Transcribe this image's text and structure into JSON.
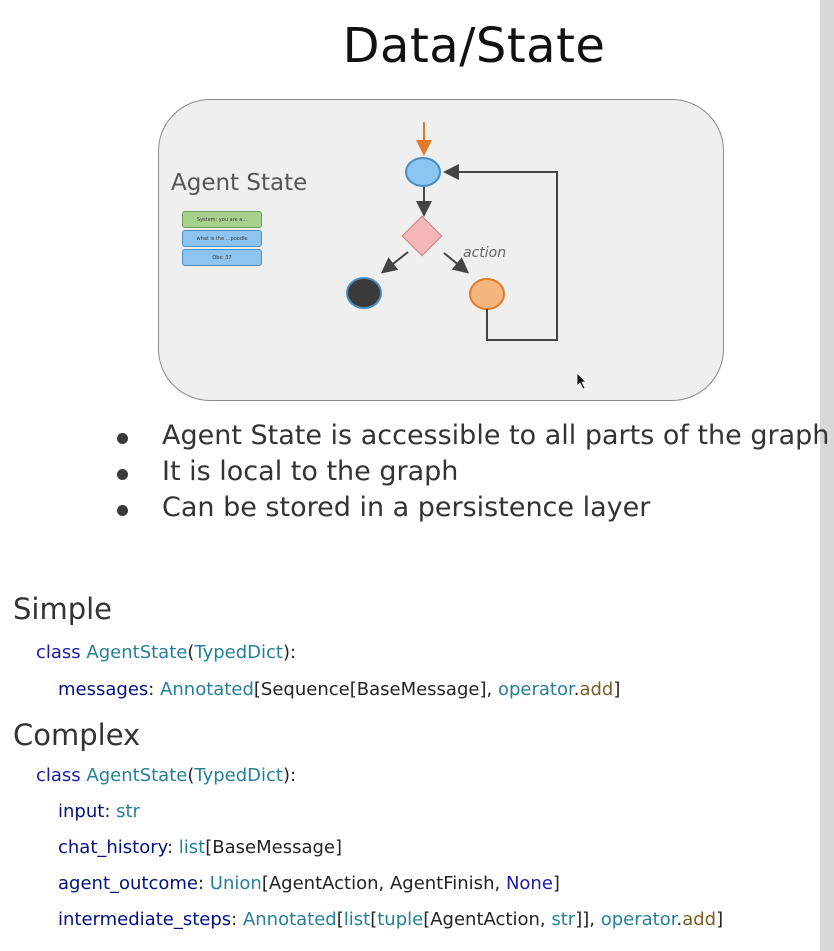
{
  "title": "Data/State",
  "diagram": {
    "agent_state_label": "Agent State",
    "messages": [
      "System: you are a...",
      "what is the ...poodle",
      "Obs: 37"
    ],
    "edge_label": "action",
    "colors": {
      "entry_arrow": "#e07b28",
      "agent_node": "#8ac6f2",
      "router_node": "#f4b6b6",
      "end_node": "#3b3b3b",
      "action_node": "#f5b57f"
    }
  },
  "bullets": [
    "Agent State is accessible to all parts of the graph",
    "It is local to the graph",
    "Can be stored in a persistence layer"
  ],
  "simple": {
    "heading": "Simple",
    "class_kw": "class",
    "class_name": "AgentState",
    "base": "TypedDict",
    "field": "messages",
    "annotated": "Annotated",
    "seq": "Sequence",
    "msg_type": "BaseMessage",
    "operator": "operator",
    "add": "add"
  },
  "complex": {
    "heading": "Complex",
    "class_kw": "class",
    "class_name": "AgentState",
    "base": "TypedDict",
    "f1": "input",
    "f1_type": "str",
    "f2": "chat_history",
    "f2_type": "list",
    "f2_arg": "BaseMessage",
    "f3": "agent_outcome",
    "f3_union": "Union",
    "f3_a": "AgentAction",
    "f3_b": "AgentFinish",
    "f3_none": "None",
    "f4": "intermediate_steps",
    "f4_annot": "Annotated",
    "f4_list": "list",
    "f4_tuple": "tuple",
    "f4_a": "AgentAction",
    "f4_str": "str",
    "operator": "operator",
    "add": "add"
  }
}
